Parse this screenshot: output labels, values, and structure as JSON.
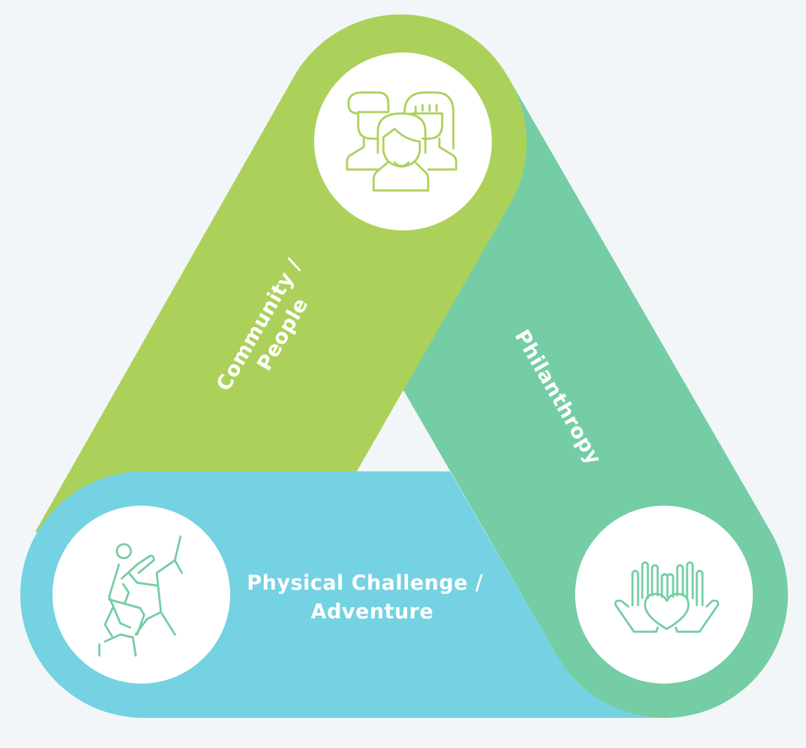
{
  "colors": {
    "background": "#f2f6f9",
    "community": "#acd15a",
    "philanthropy": "#74cda5",
    "adventure": "#74d2e2",
    "circle": "#ffffff"
  },
  "community": {
    "label_line1": "Community /",
    "label_line2": "People",
    "icon": "group-of-people-icon"
  },
  "philanthropy": {
    "label": "Philanthropy",
    "icon": "hands-heart-icon"
  },
  "adventure": {
    "label_line1": "Physical Challenge /",
    "label_line2": "Adventure",
    "icon": "climber-icon"
  }
}
